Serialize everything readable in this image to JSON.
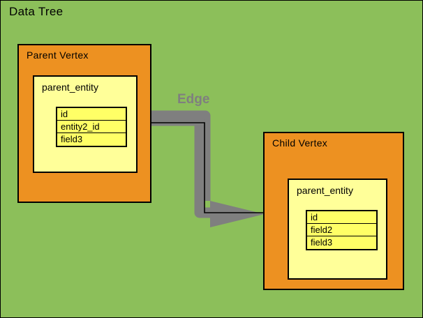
{
  "diagram": {
    "title": "Data Tree",
    "background_color": "#8CBF5A",
    "border_color": "#000000"
  },
  "colors": {
    "canvas_green": "#8CBF5A",
    "vertex_orange": "#ED9121",
    "entity_pale_yellow": "#FFFF99",
    "field_bright_yellow": "#FFFF66",
    "edge_gray": "#7F7F7F",
    "line_black": "#000000"
  },
  "parent_vertex": {
    "title": "Parent Vertex",
    "entity": {
      "name": "parent_entity",
      "fields": [
        {
          "label": "id"
        },
        {
          "label": "entity2_id"
        },
        {
          "label": "field3"
        }
      ]
    }
  },
  "child_vertex": {
    "title": "Child Vertex",
    "entity": {
      "name": "parent_entity",
      "fields": [
        {
          "label": "id"
        },
        {
          "label": "field2"
        },
        {
          "label": "field3"
        }
      ]
    }
  },
  "edge": {
    "label": "Edge",
    "from_field": "entity2_id",
    "to_field": "id",
    "color": "#7F7F7F"
  }
}
